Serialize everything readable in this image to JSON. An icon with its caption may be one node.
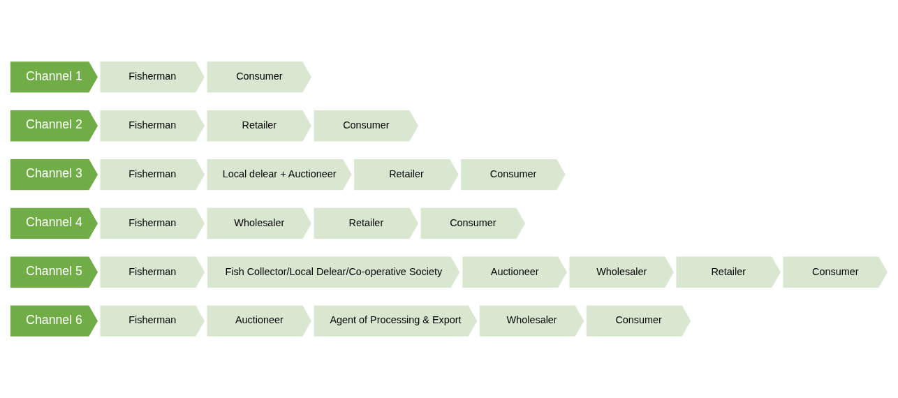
{
  "diagram": {
    "nodes": [
      {
        "text": [
          "Channel 1"
        ]
      },
      {
        "text": [
          "Fisherman"
        ]
      },
      {
        "text": [
          "Consumer"
        ]
      },
      {
        "text": [
          "Channel 2"
        ]
      },
      {
        "text": [
          "Fisherman"
        ]
      },
      {
        "text": [
          "Retailer"
        ]
      },
      {
        "text": [
          "Consumer"
        ]
      },
      {
        "text": [
          "Channel 3"
        ]
      },
      {
        "text": [
          "Fisherman"
        ]
      },
      {
        "text": [
          "Local delear + Auctioneer"
        ]
      },
      {
        "text": [
          "Retailer"
        ]
      },
      {
        "text": [
          "Consumer"
        ]
      },
      {
        "text": [
          "Channel 4"
        ]
      },
      {
        "text": [
          "Fisherman"
        ]
      },
      {
        "text": [
          "Wholesaler"
        ]
      },
      {
        "text": [
          "Retailer"
        ]
      },
      {
        "text": [
          "Consumer"
        ]
      },
      {
        "text": [
          "Channel 5"
        ]
      },
      {
        "text": [
          "Fisherman"
        ]
      },
      {
        "text": [
          "Fish Collector/Local Delear/Co-operative Society"
        ]
      },
      {
        "text": [
          "Auctioneer"
        ]
      },
      {
        "text": [
          "Wholesaler"
        ]
      },
      {
        "text": [
          "Retailer"
        ]
      },
      {
        "text": [
          "Consumer"
        ]
      },
      {
        "text": [
          "Channel 6"
        ]
      },
      {
        "text": [
          "Fisherman"
        ]
      },
      {
        "text": [
          "Auctioneer"
        ]
      },
      {
        "text": [
          "Agent of Processing & Export"
        ]
      },
      {
        "text": [
          "Wholesaler"
        ]
      },
      {
        "text": [
          "Consumer"
        ]
      }
    ]
  }
}
